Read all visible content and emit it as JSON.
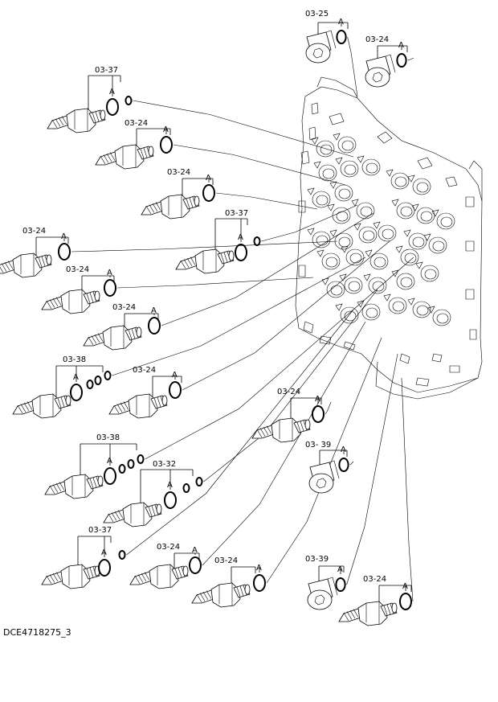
{
  "drawing_code": "DCE4718275_3",
  "callout_letter": "A",
  "parts": [
    {
      "id": "p1",
      "label": "03-25"
    },
    {
      "id": "p2",
      "label": "03-24"
    },
    {
      "id": "p3",
      "label": "03-37"
    },
    {
      "id": "p4",
      "label": "03-24"
    },
    {
      "id": "p5",
      "label": "03-24"
    },
    {
      "id": "p6",
      "label": "03-37"
    },
    {
      "id": "p7",
      "label": "03-24"
    },
    {
      "id": "p8",
      "label": "03-24"
    },
    {
      "id": "p9",
      "label": "03-24"
    },
    {
      "id": "p10",
      "label": "03-38"
    },
    {
      "id": "p11",
      "label": "03-24"
    },
    {
      "id": "p12",
      "label": "03-24"
    },
    {
      "id": "p13",
      "label": "03- 39"
    },
    {
      "id": "p14",
      "label": "03-38"
    },
    {
      "id": "p15",
      "label": "03-32"
    },
    {
      "id": "p16",
      "label": "03-37"
    },
    {
      "id": "p17",
      "label": "03-24"
    },
    {
      "id": "p18",
      "label": "03-24"
    },
    {
      "id": "p19",
      "label": "03-39"
    },
    {
      "id": "p20",
      "label": "03-24"
    }
  ]
}
